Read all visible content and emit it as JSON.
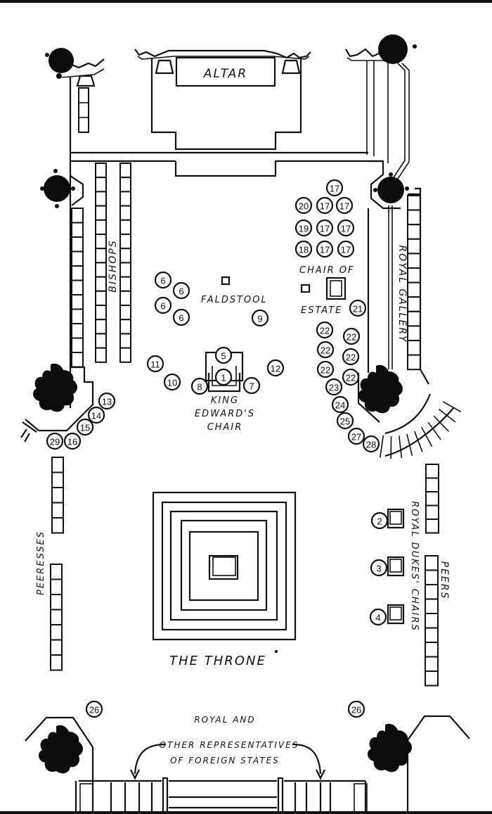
{
  "title": "Plan of the Coronation Theatre",
  "labels": {
    "altar": "ALTAR",
    "bishops": "BISHOPS",
    "royal_gallery": "ROYAL GALLERY",
    "chair_of_estate_1": "CHAIR OF",
    "chair_of_estate_2": "ESTATE",
    "faldstool": "FALDSTOOL",
    "king_edwards_chair_1": "KING",
    "king_edwards_chair_2": "EDWARD'S",
    "king_edwards_chair_3": "CHAIR",
    "peeresses": "PEERESSES",
    "peers": "PEERS",
    "royal_dukes_chairs": "ROYAL DUKES' CHAIRS",
    "the_throne": "THE THRONE",
    "foreign_1": "ROYAL AND",
    "foreign_2": "OTHER REPRESENTATIVES",
    "foreign_3": "OF FOREIGN STATES"
  },
  "markers": [
    {
      "n": "17",
      "group": "estate-group"
    },
    {
      "n": "20",
      "group": "estate-group"
    },
    {
      "n": "17",
      "group": "estate-group"
    },
    {
      "n": "17",
      "group": "estate-group"
    },
    {
      "n": "19",
      "group": "estate-group"
    },
    {
      "n": "17",
      "group": "estate-group"
    },
    {
      "n": "17",
      "group": "estate-group"
    },
    {
      "n": "18",
      "group": "estate-group"
    },
    {
      "n": "17",
      "group": "estate-group"
    },
    {
      "n": "17",
      "group": "estate-group"
    },
    {
      "n": "6",
      "group": "faldstool-group"
    },
    {
      "n": "6",
      "group": "faldstool-group"
    },
    {
      "n": "6",
      "group": "faldstool-group"
    },
    {
      "n": "6",
      "group": "faldstool-group"
    },
    {
      "n": "9",
      "group": "chair-group"
    },
    {
      "n": "5",
      "group": "chair-group"
    },
    {
      "n": "1",
      "group": "chair-group"
    },
    {
      "n": "8",
      "group": "chair-group"
    },
    {
      "n": "7",
      "group": "chair-group"
    },
    {
      "n": "11",
      "group": "chair-group"
    },
    {
      "n": "10",
      "group": "chair-group"
    },
    {
      "n": "12",
      "group": "chair-group"
    },
    {
      "n": "21",
      "group": "right-arc"
    },
    {
      "n": "22",
      "group": "right-arc"
    },
    {
      "n": "22",
      "group": "right-arc"
    },
    {
      "n": "22",
      "group": "right-arc"
    },
    {
      "n": "22",
      "group": "right-arc"
    },
    {
      "n": "22",
      "group": "right-arc"
    },
    {
      "n": "22",
      "group": "right-arc"
    },
    {
      "n": "23",
      "group": "right-arc"
    },
    {
      "n": "24",
      "group": "right-arc"
    },
    {
      "n": "25",
      "group": "right-arc"
    },
    {
      "n": "27",
      "group": "right-arc"
    },
    {
      "n": "28",
      "group": "right-arc"
    },
    {
      "n": "13",
      "group": "left-arc"
    },
    {
      "n": "14",
      "group": "left-arc"
    },
    {
      "n": "15",
      "group": "left-arc"
    },
    {
      "n": "16",
      "group": "left-arc"
    },
    {
      "n": "29",
      "group": "left-arc"
    },
    {
      "n": "2",
      "group": "royal-dukes"
    },
    {
      "n": "3",
      "group": "royal-dukes"
    },
    {
      "n": "4",
      "group": "royal-dukes"
    },
    {
      "n": "26",
      "group": "foreign-left"
    },
    {
      "n": "26",
      "group": "foreign-right"
    }
  ]
}
